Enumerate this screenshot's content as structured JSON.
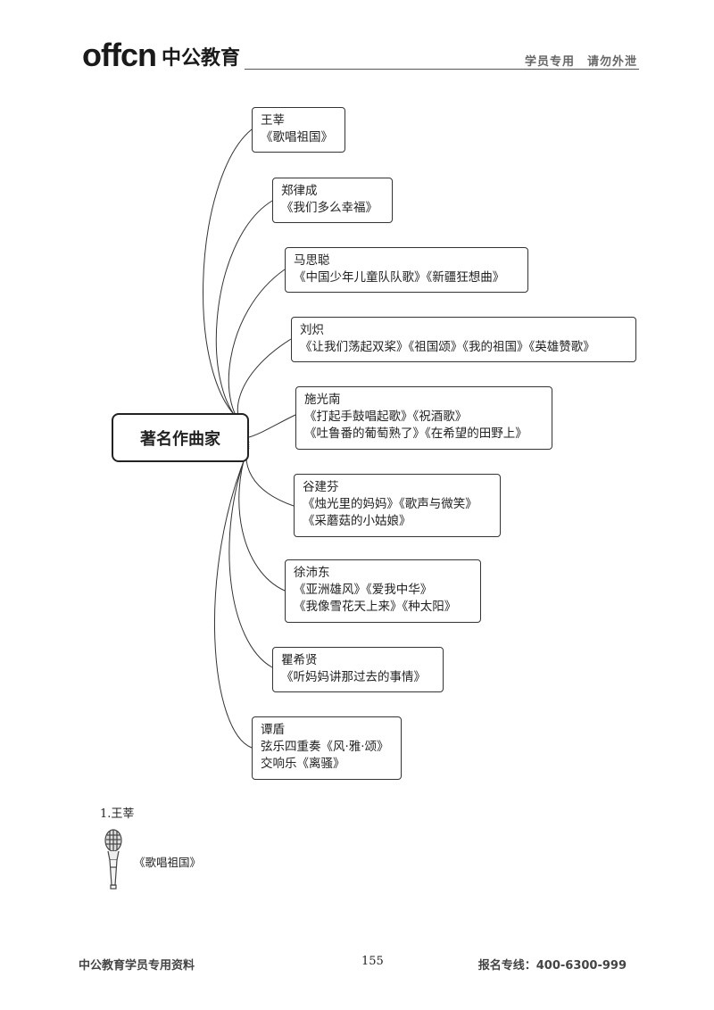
{
  "header": {
    "logo_latin": "offcn",
    "logo_cn": "中公教育",
    "note": "学员专用　请勿外泄"
  },
  "mindmap": {
    "center": "著名作曲家",
    "nodes": [
      {
        "lines": [
          "王莘",
          "《歌唱祖国》"
        ]
      },
      {
        "lines": [
          "郑律成",
          "《我们多么幸福》"
        ]
      },
      {
        "lines": [
          "马思聪",
          "《中国少年儿童队队歌》《新疆狂想曲》"
        ]
      },
      {
        "lines": [
          "刘炽",
          "《让我们荡起双桨》《祖国颂》《我的祖国》《英雄赞歌》"
        ]
      },
      {
        "lines": [
          "施光南",
          "《打起手鼓唱起歌》《祝酒歌》",
          "《吐鲁番的葡萄熟了》《在希望的田野上》"
        ]
      },
      {
        "lines": [
          "谷建芬",
          "《烛光里的妈妈》《歌声与微笑》",
          "《采蘑菇的小姑娘》"
        ]
      },
      {
        "lines": [
          "徐沛东",
          "《亚洲雄风》《爱我中华》",
          "《我像雪花天上来》《种太阳》"
        ]
      },
      {
        "lines": [
          "瞿希贤",
          "《听妈妈讲那过去的事情》"
        ]
      },
      {
        "lines": [
          "谭盾",
          "弦乐四重奏《风·雅·颂》",
          "交响乐《离骚》"
        ]
      }
    ]
  },
  "section": {
    "title": "1.王莘",
    "work": "《歌唱祖国》"
  },
  "footer": {
    "left": "中公教育学员专用资料",
    "page": "155",
    "right": "报名专线：400-6300-999"
  }
}
